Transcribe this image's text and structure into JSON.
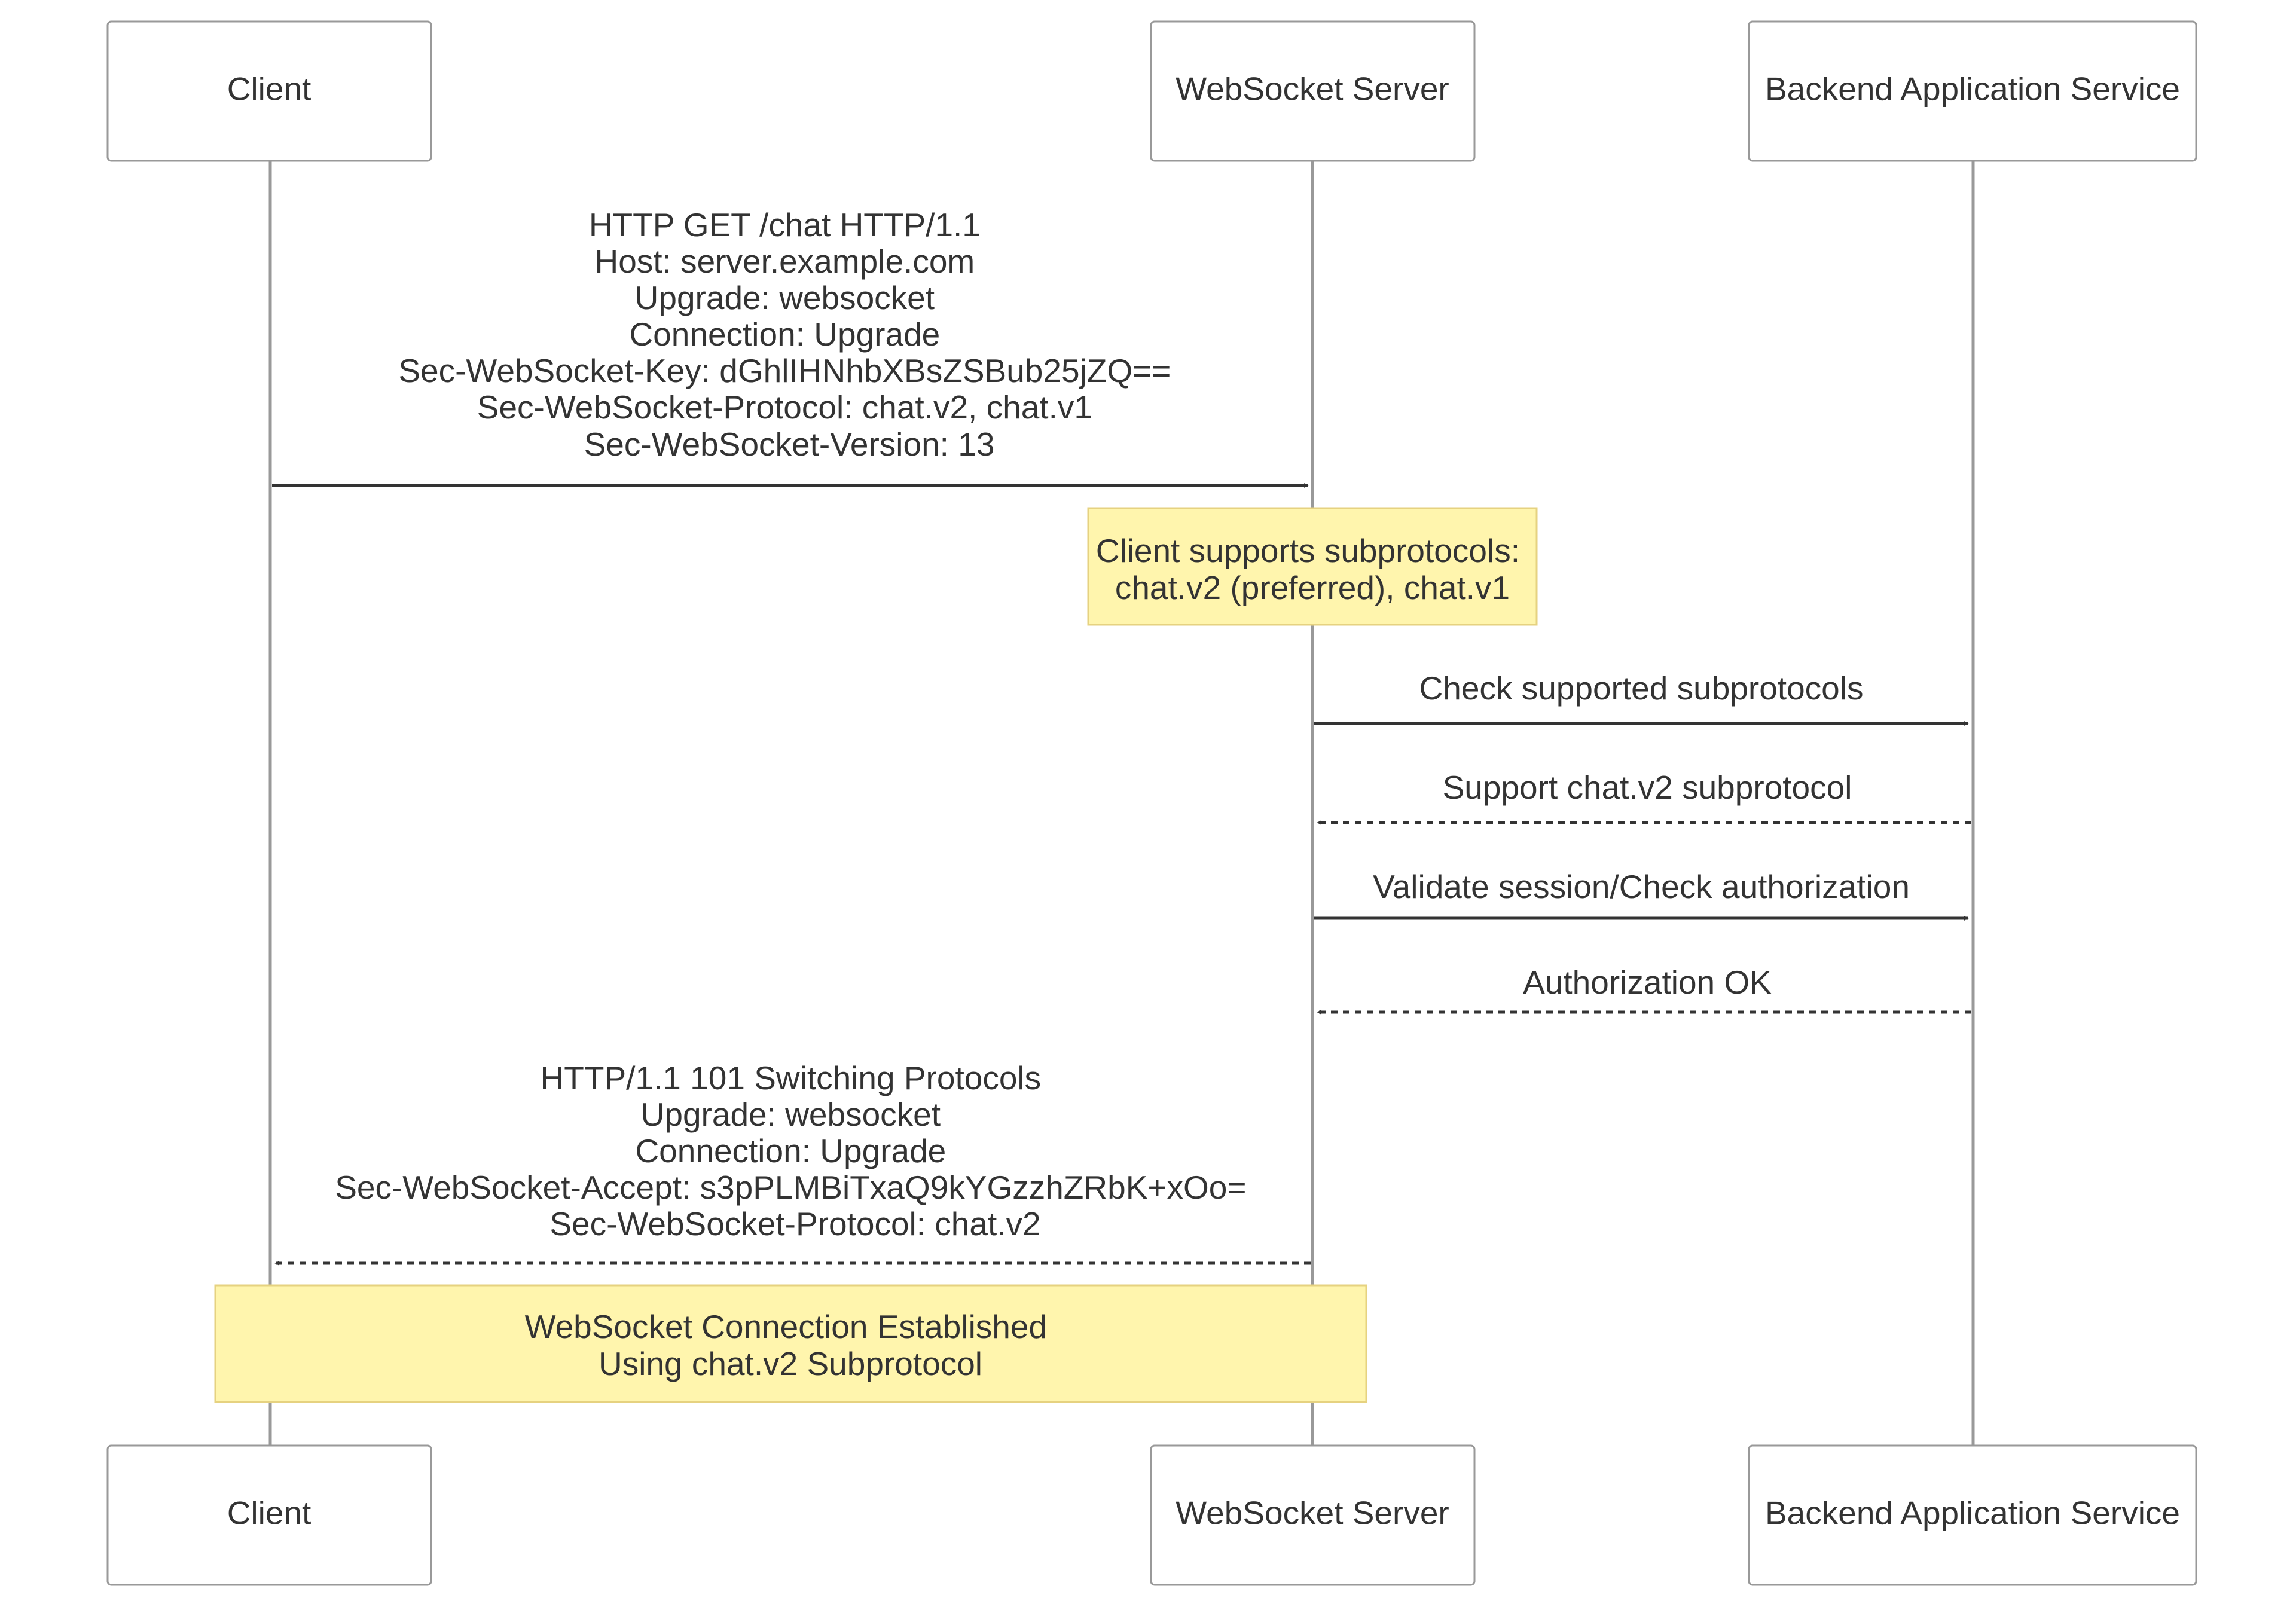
{
  "participants": [
    {
      "id": "client",
      "label": "Client"
    },
    {
      "id": "server",
      "label": "WebSocket Server"
    },
    {
      "id": "backend",
      "label": "Backend Application Service"
    }
  ],
  "messages": [
    {
      "from": "client",
      "to": "server",
      "style": "solid",
      "lines": [
        "HTTP GET /chat HTTP/1.1",
        "Host: server.example.com",
        "Upgrade: websocket",
        "Connection: Upgrade",
        "Sec-WebSocket-Key: dGhlIHNhbXBsZSBub25jZQ==",
        "Sec-WebSocket-Protocol: chat.v2, chat.v1",
        "Sec-WebSocket-Version: 13"
      ]
    },
    {
      "from": "server",
      "to": "backend",
      "style": "solid",
      "lines": [
        "Check supported subprotocols"
      ]
    },
    {
      "from": "backend",
      "to": "server",
      "style": "dashed",
      "lines": [
        "Support chat.v2 subprotocol"
      ]
    },
    {
      "from": "server",
      "to": "backend",
      "style": "solid",
      "lines": [
        "Validate session/Check authorization"
      ]
    },
    {
      "from": "backend",
      "to": "server",
      "style": "dashed",
      "lines": [
        "Authorization OK"
      ]
    },
    {
      "from": "server",
      "to": "client",
      "style": "dashed",
      "lines": [
        "HTTP/1.1 101 Switching Protocols",
        "Upgrade: websocket",
        "Connection: Upgrade",
        "Sec-WebSocket-Accept: s3pPLMBiTxaQ9kYGzzhZRbK+xOo=",
        "Sec-WebSocket-Protocol: chat.v2"
      ]
    }
  ],
  "notes": [
    {
      "over": [
        "server"
      ],
      "lines": [
        "Client supports subprotocols:",
        "chat.v2 (preferred), chat.v1"
      ]
    },
    {
      "over": [
        "client",
        "server"
      ],
      "lines": [
        "WebSocket Connection Established",
        "Using chat.v2 Subprotocol"
      ]
    }
  ],
  "colors": {
    "note_fill": "#fff5ad",
    "note_stroke": "#e6d280",
    "actor_stroke": "#999999",
    "lifeline": "#999999",
    "arrow": "#333333"
  }
}
